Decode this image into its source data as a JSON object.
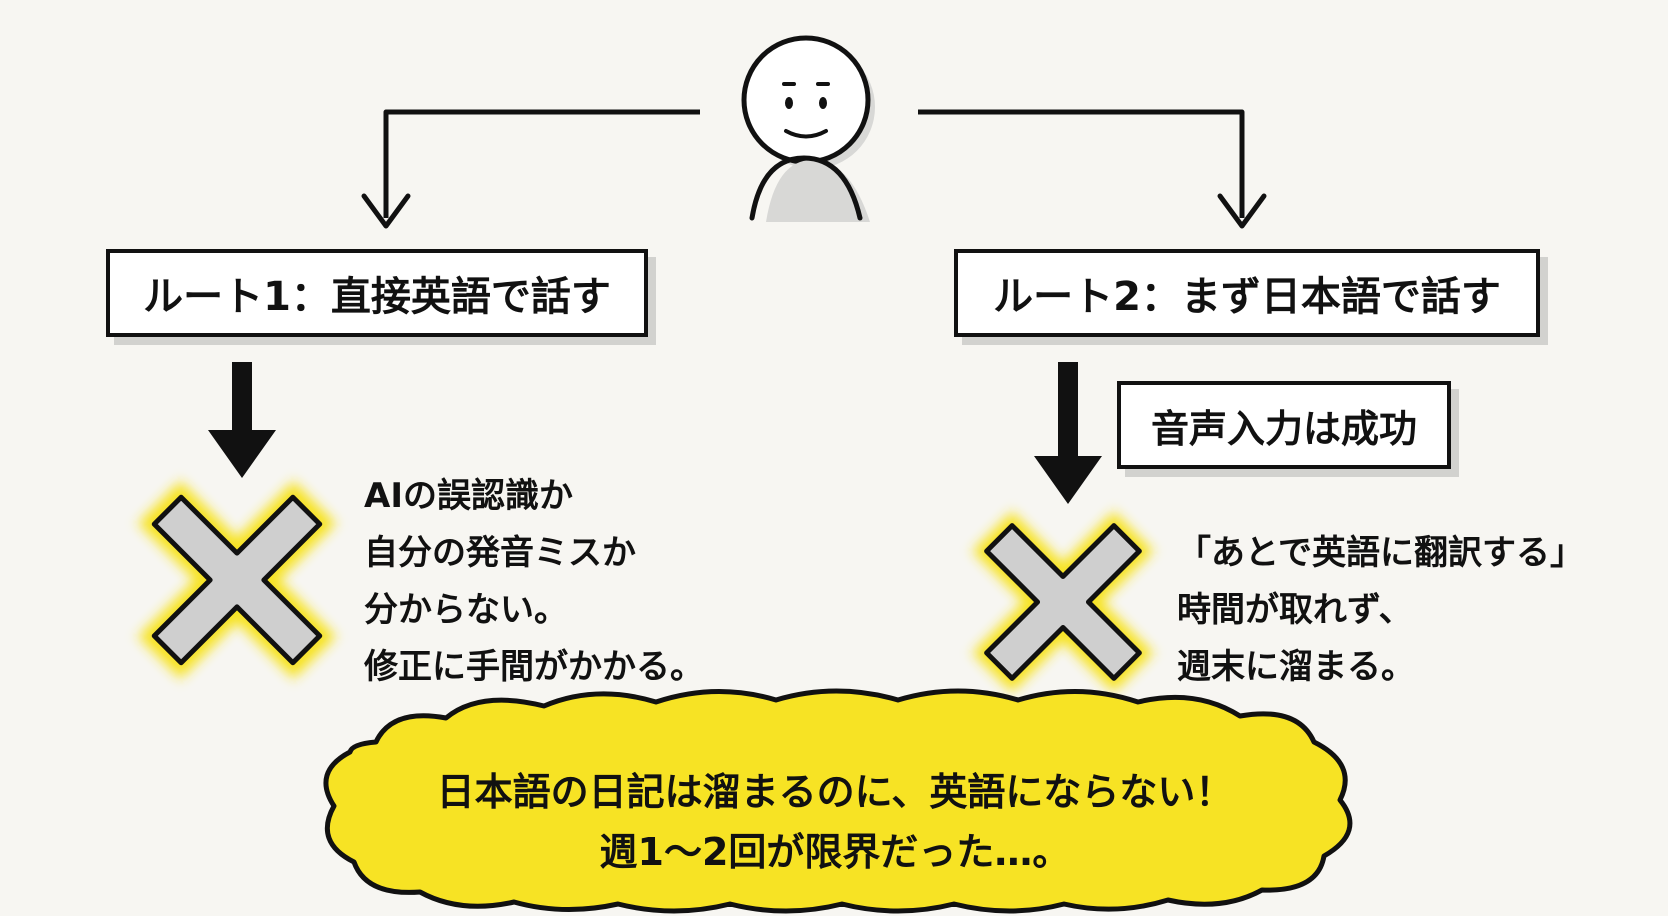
{
  "route1": {
    "label": "ルート1：直接英語で話す"
  },
  "route2": {
    "label": "ルート2：まず日本語で話す"
  },
  "voice_input_tag": "音声入力は成功",
  "route1_problem": {
    "lines": [
      "AIの誤認識か",
      "自分の発音ミスか",
      "分からない。",
      "修正に手間がかかる。"
    ]
  },
  "route2_problem": {
    "lines": [
      "「あとで英語に翻訳する」",
      "時間が取れず、",
      "週末に溜まる。"
    ]
  },
  "conclusion": {
    "line1": "日本語の日記は溜まるのに、英語にならない！",
    "line2": "週1〜2回が限界だった…。"
  },
  "colors": {
    "highlight": "#f7e324",
    "cross_fill": "#cfcfcf",
    "ink": "#111111",
    "shadow": "#d2d2cf"
  },
  "icons": [
    "person-icon",
    "cross-icon",
    "cross-icon"
  ]
}
